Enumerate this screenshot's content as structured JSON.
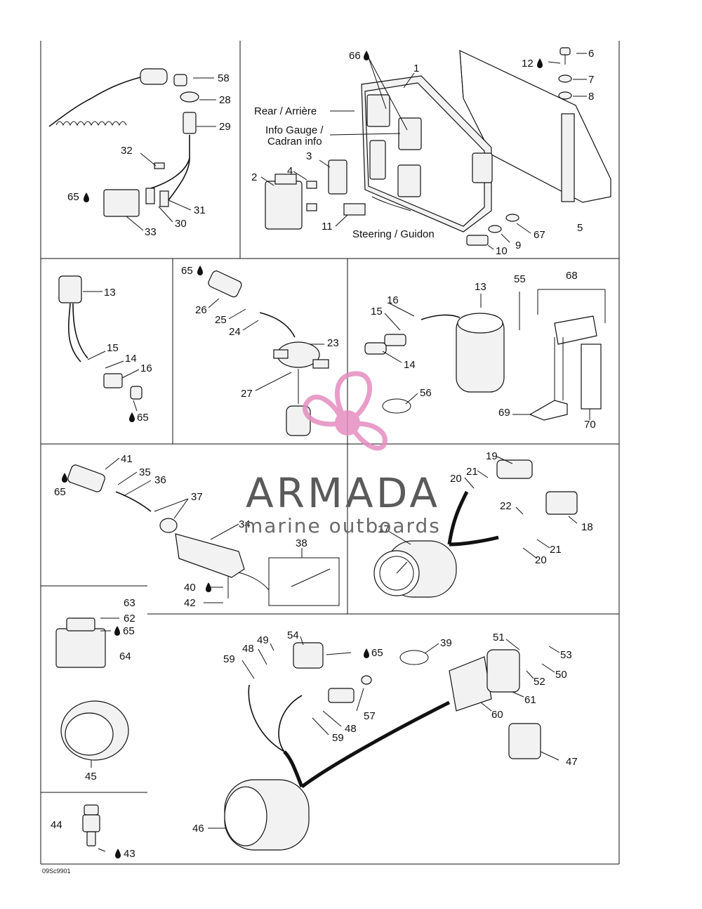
{
  "watermark": {
    "brand": "ARMADA",
    "tagline": "marine outboards",
    "logo_color": "#e48ec0"
  },
  "drawing_code": "09Sc9901",
  "annotations": {
    "rear": "Rear / Arrière",
    "info_gauge_1": "Info Gauge /",
    "info_gauge_2": "Cadran info",
    "steering": "Steering / Guidon"
  },
  "callouts": {
    "c1": "1",
    "c2": "2",
    "c3": "3",
    "c4": "4",
    "c5": "5",
    "c6": "6",
    "c7": "7",
    "c8": "8",
    "c9": "9",
    "c10": "10",
    "c11": "11",
    "c12": "12",
    "c13a": "13",
    "c13b": "13",
    "c14a": "14",
    "c14b": "14",
    "c15a": "15",
    "c15b": "15",
    "c16a": "16",
    "c16b": "16",
    "c17": "17",
    "c18": "18",
    "c19": "19",
    "c20a": "20",
    "c20b": "20",
    "c21a": "21",
    "c21b": "21",
    "c22": "22",
    "c23": "23",
    "c24": "24",
    "c25": "25",
    "c26": "26",
    "c27": "27",
    "c28": "28",
    "c29": "29",
    "c30": "30",
    "c31": "31",
    "c32": "32",
    "c33": "33",
    "c34": "34",
    "c35": "35",
    "c36": "36",
    "c37": "37",
    "c38": "38",
    "c39": "39",
    "c40": "40",
    "c41": "41",
    "c42": "42",
    "c43": "43",
    "c44": "44",
    "c45": "45",
    "c46": "46",
    "c47": "47",
    "c48a": "48",
    "c48b": "48",
    "c49": "49",
    "c50": "50",
    "c51": "51",
    "c52": "52",
    "c53": "53",
    "c54": "54",
    "c55": "55",
    "c56": "56",
    "c57": "57",
    "c58": "58",
    "c59a": "59",
    "c59b": "59",
    "c60": "60",
    "c61": "61",
    "c62": "62",
    "c63": "63",
    "c64": "64",
    "c65a": "65",
    "c65b": "65",
    "c65c": "65",
    "c65d": "65",
    "c65e": "65",
    "c65f": "65",
    "c66": "66",
    "c67": "67",
    "c68": "68",
    "c69": "69",
    "c70": "70"
  }
}
